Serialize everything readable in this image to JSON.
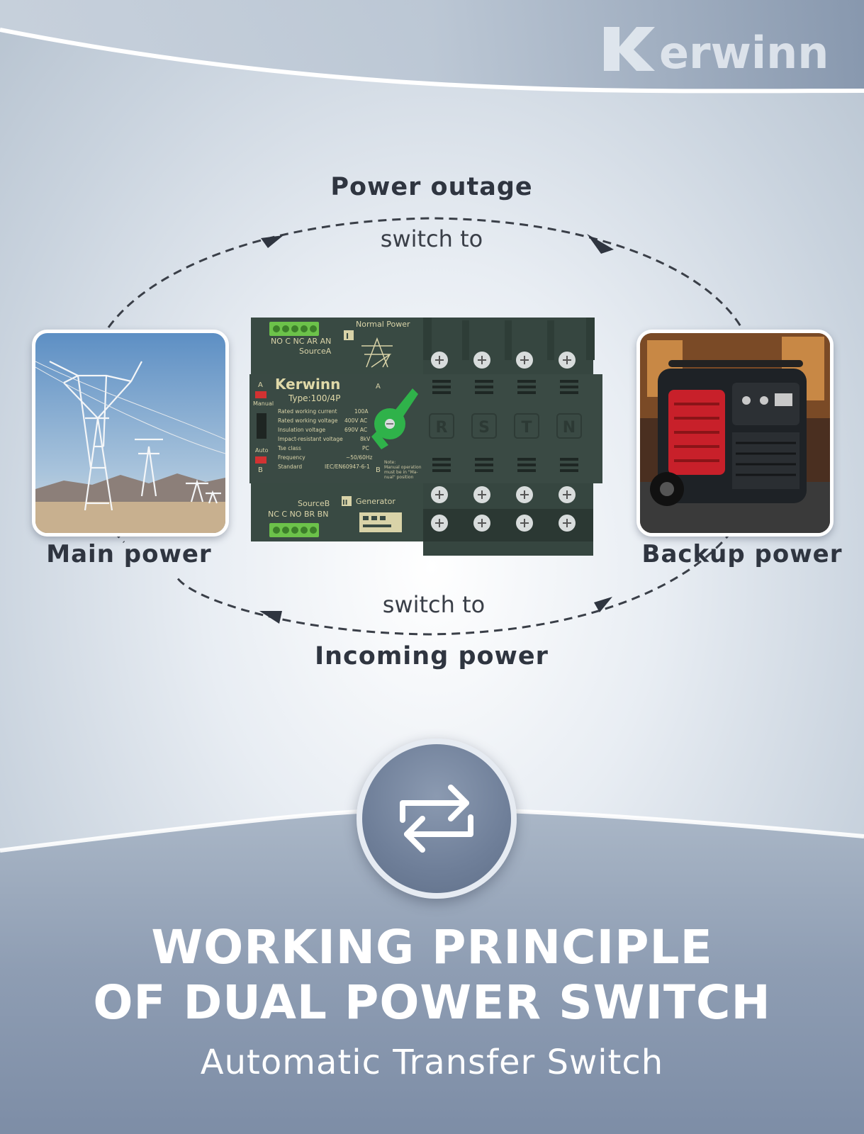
{
  "brand": {
    "name": "Kerwinn"
  },
  "diagram": {
    "top_label": "Power outage",
    "top_switch": "switch to",
    "bottom_switch": "switch to",
    "bottom_label": "Incoming power",
    "left_label": "Main power",
    "right_label": "Backup power"
  },
  "device": {
    "brand": "Kerwinn",
    "type": "Type:100/4P",
    "source_a": "SourceA",
    "source_b": "SourceB",
    "terminals_a": "NO C NC AR AN",
    "terminals_b": "NC C NO BR BN",
    "normal_power": "Normal  Power",
    "generator": "Generator",
    "roman_1": "I",
    "roman_2": "II",
    "mark_a": "A",
    "mark_b": "B",
    "manual": "Manual",
    "auto": "Auto",
    "handle_a": "A",
    "handle_b": "B",
    "phases": [
      "R",
      "S",
      "T",
      "N"
    ],
    "specs": [
      {
        "label": "Rated working current",
        "value": "100A"
      },
      {
        "label": "Rated working voltage",
        "value": "400V AC"
      },
      {
        "label": "Insulation voltage",
        "value": "690V AC"
      },
      {
        "label": "Impact-resistant voltage",
        "value": "8kV"
      },
      {
        "label": "Tse class",
        "value": "PC"
      },
      {
        "label": "Frequency",
        "value": "~50/60Hz"
      },
      {
        "label": "Standard",
        "value": "IEC/EN60947-6-1"
      }
    ],
    "note": [
      "Note:",
      "Manual operation",
      "must be in \"Ma-",
      "nual\" position"
    ]
  },
  "footer": {
    "title_line1": "WORKING PRINCIPLE",
    "title_line2": "OF DUAL POWER SWITCH",
    "subtitle": "Automatic Transfer Switch"
  },
  "icons": {
    "switch": "swap-arrows-icon"
  },
  "colors": {
    "device": "#3a4a44",
    "handle": "#2fb24a",
    "terminal_green": "#6cc24a",
    "text_dark": "#2f3540"
  }
}
